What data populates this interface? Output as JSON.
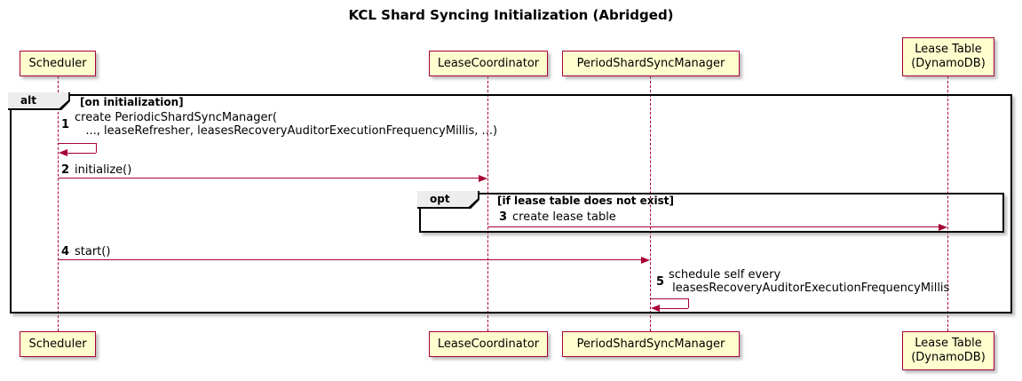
{
  "title": "KCL Shard Syncing Initialization (Abridged)",
  "colors": {
    "participant_fill": "#FEFECE",
    "participant_border": "#A80036",
    "arrow": "#A80036",
    "lifeline": "#A80036",
    "frame_border": "#000000",
    "frame_label_bg": "#EDEDED",
    "background": "#FFFFFF"
  },
  "participants": [
    {
      "id": "scheduler",
      "label": "Scheduler"
    },
    {
      "id": "lease-coordinator",
      "label": "LeaseCoordinator"
    },
    {
      "id": "period-shard-sync-manager",
      "label": "PeriodShardSyncManager"
    },
    {
      "id": "lease-table",
      "label": "Lease Table\n(DynamoDB)"
    }
  ],
  "frames": {
    "alt": {
      "operator": "alt",
      "condition": "[on initialization]"
    },
    "opt": {
      "operator": "opt",
      "condition": "[if lease table does not exist]"
    }
  },
  "messages": [
    {
      "num": "1",
      "from": "scheduler",
      "to": "scheduler",
      "text": "create PeriodicShardSyncManager(\n   ..., leaseRefresher, leasesRecoveryAuditorExecutionFrequencyMillis, ...)"
    },
    {
      "num": "2",
      "from": "scheduler",
      "to": "lease-coordinator",
      "text": "initialize()"
    },
    {
      "num": "3",
      "from": "lease-coordinator",
      "to": "lease-table",
      "text": "create lease table"
    },
    {
      "num": "4",
      "from": "scheduler",
      "to": "period-shard-sync-manager",
      "text": "start()"
    },
    {
      "num": "5",
      "from": "period-shard-sync-manager",
      "to": "period-shard-sync-manager",
      "text": "schedule self every\n leasesRecoveryAuditorExecutionFrequencyMillis"
    }
  ]
}
